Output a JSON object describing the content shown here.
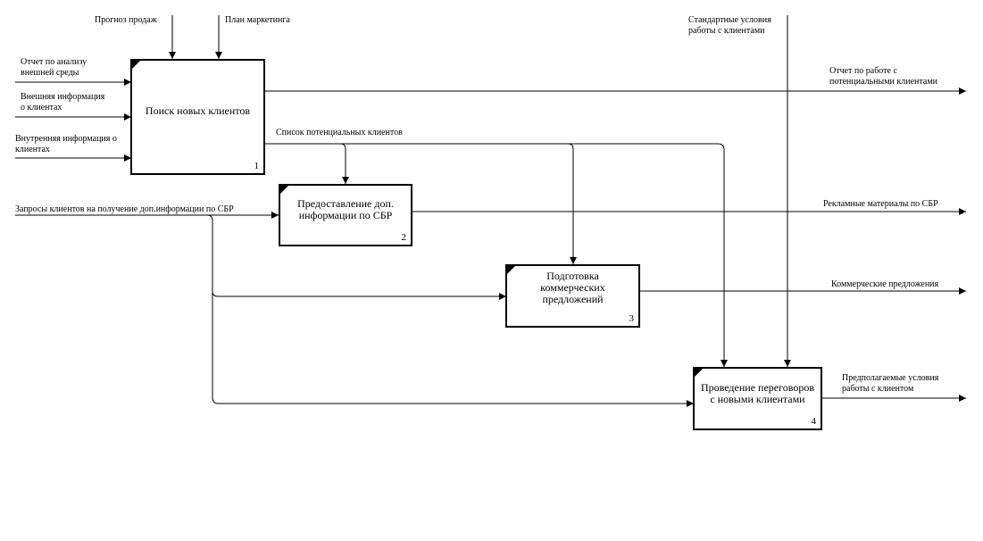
{
  "diagram": {
    "boxes": [
      {
        "title_lines": [
          "Поиск новых клиентов"
        ],
        "number": "1"
      },
      {
        "title_lines": [
          "Предоставление доп.",
          "информации по СБР"
        ],
        "number": "2"
      },
      {
        "title_lines": [
          "Подготовка",
          "коммерческих",
          "предложений"
        ],
        "number": "3"
      },
      {
        "title_lines": [
          "Проведение переговоров",
          "с новыми клиентами"
        ],
        "number": "4"
      }
    ],
    "labels": {
      "sales_forecast": "Прогноз продаж",
      "marketing_plan": "План маркетинга",
      "standard_terms_1": "Стандартные условия",
      "standard_terms_2": "работы с клиентами",
      "env_report_1": "Отчет по анализу",
      "env_report_2": "внешней среды",
      "ext_info_1": "Внешняя информация",
      "ext_info_2": "о клиентах",
      "int_info_1": "Внутренняя информация о",
      "int_info_2": "клиентах",
      "client_requests": "Запросы клиентов на получение доп.информации по СБР",
      "potential_list": "Список потенциальных клиентов",
      "work_report_1": "Отчет по работе с",
      "work_report_2": "потенциальными клиентами",
      "ad_materials": "Рекламные материалы по СБР",
      "commercial_offers": "Коммерческие предложения",
      "expected_terms_1": "Предполагаемые условия",
      "expected_terms_2": "работы с клиентом"
    }
  }
}
